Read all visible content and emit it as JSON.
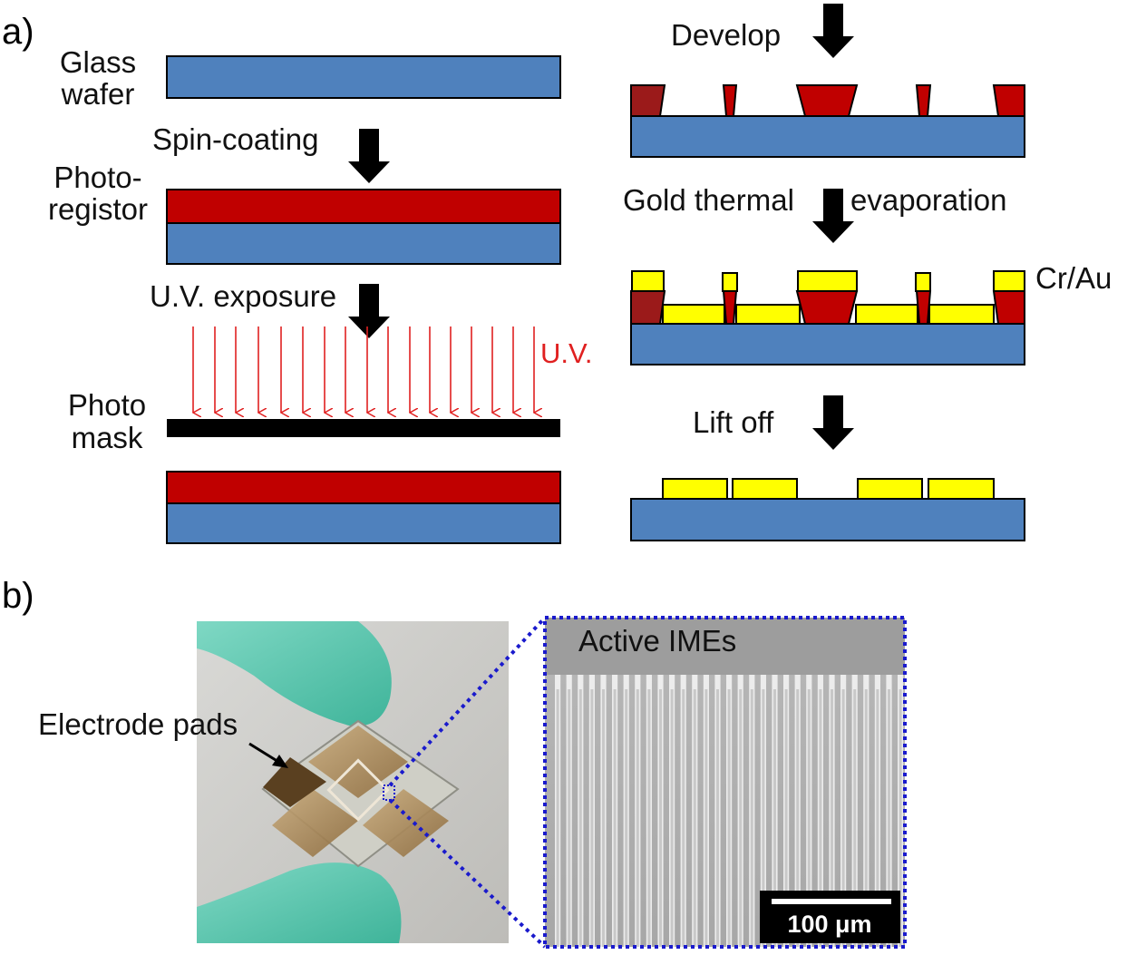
{
  "panels": {
    "a": "a)",
    "b": "b)"
  },
  "labels": {
    "glass_1": "Glass",
    "glass_2": "wafer",
    "spin": "Spin-coating",
    "photo_1": "Photo-",
    "photo_2": "registor",
    "uv_exposure": "U.V. exposure",
    "uv": "U.V.",
    "mask_1": "Photo",
    "mask_2": "mask",
    "develop": "Develop",
    "gold_1": "Gold thermal",
    "gold_2": "evaporation",
    "crau": "Cr/Au",
    "liftoff": "Lift off",
    "electrode": "Electrode pads",
    "active": "Active IMEs",
    "scale": "100 μm"
  },
  "colors": {
    "wafer": "#4f81bd",
    "resist": "#c00000",
    "resist_dark": "#9b1a1a",
    "gold": "#ffff00",
    "mask": "#000000",
    "uv": "#e02020",
    "zoom": "#1a1acc"
  }
}
